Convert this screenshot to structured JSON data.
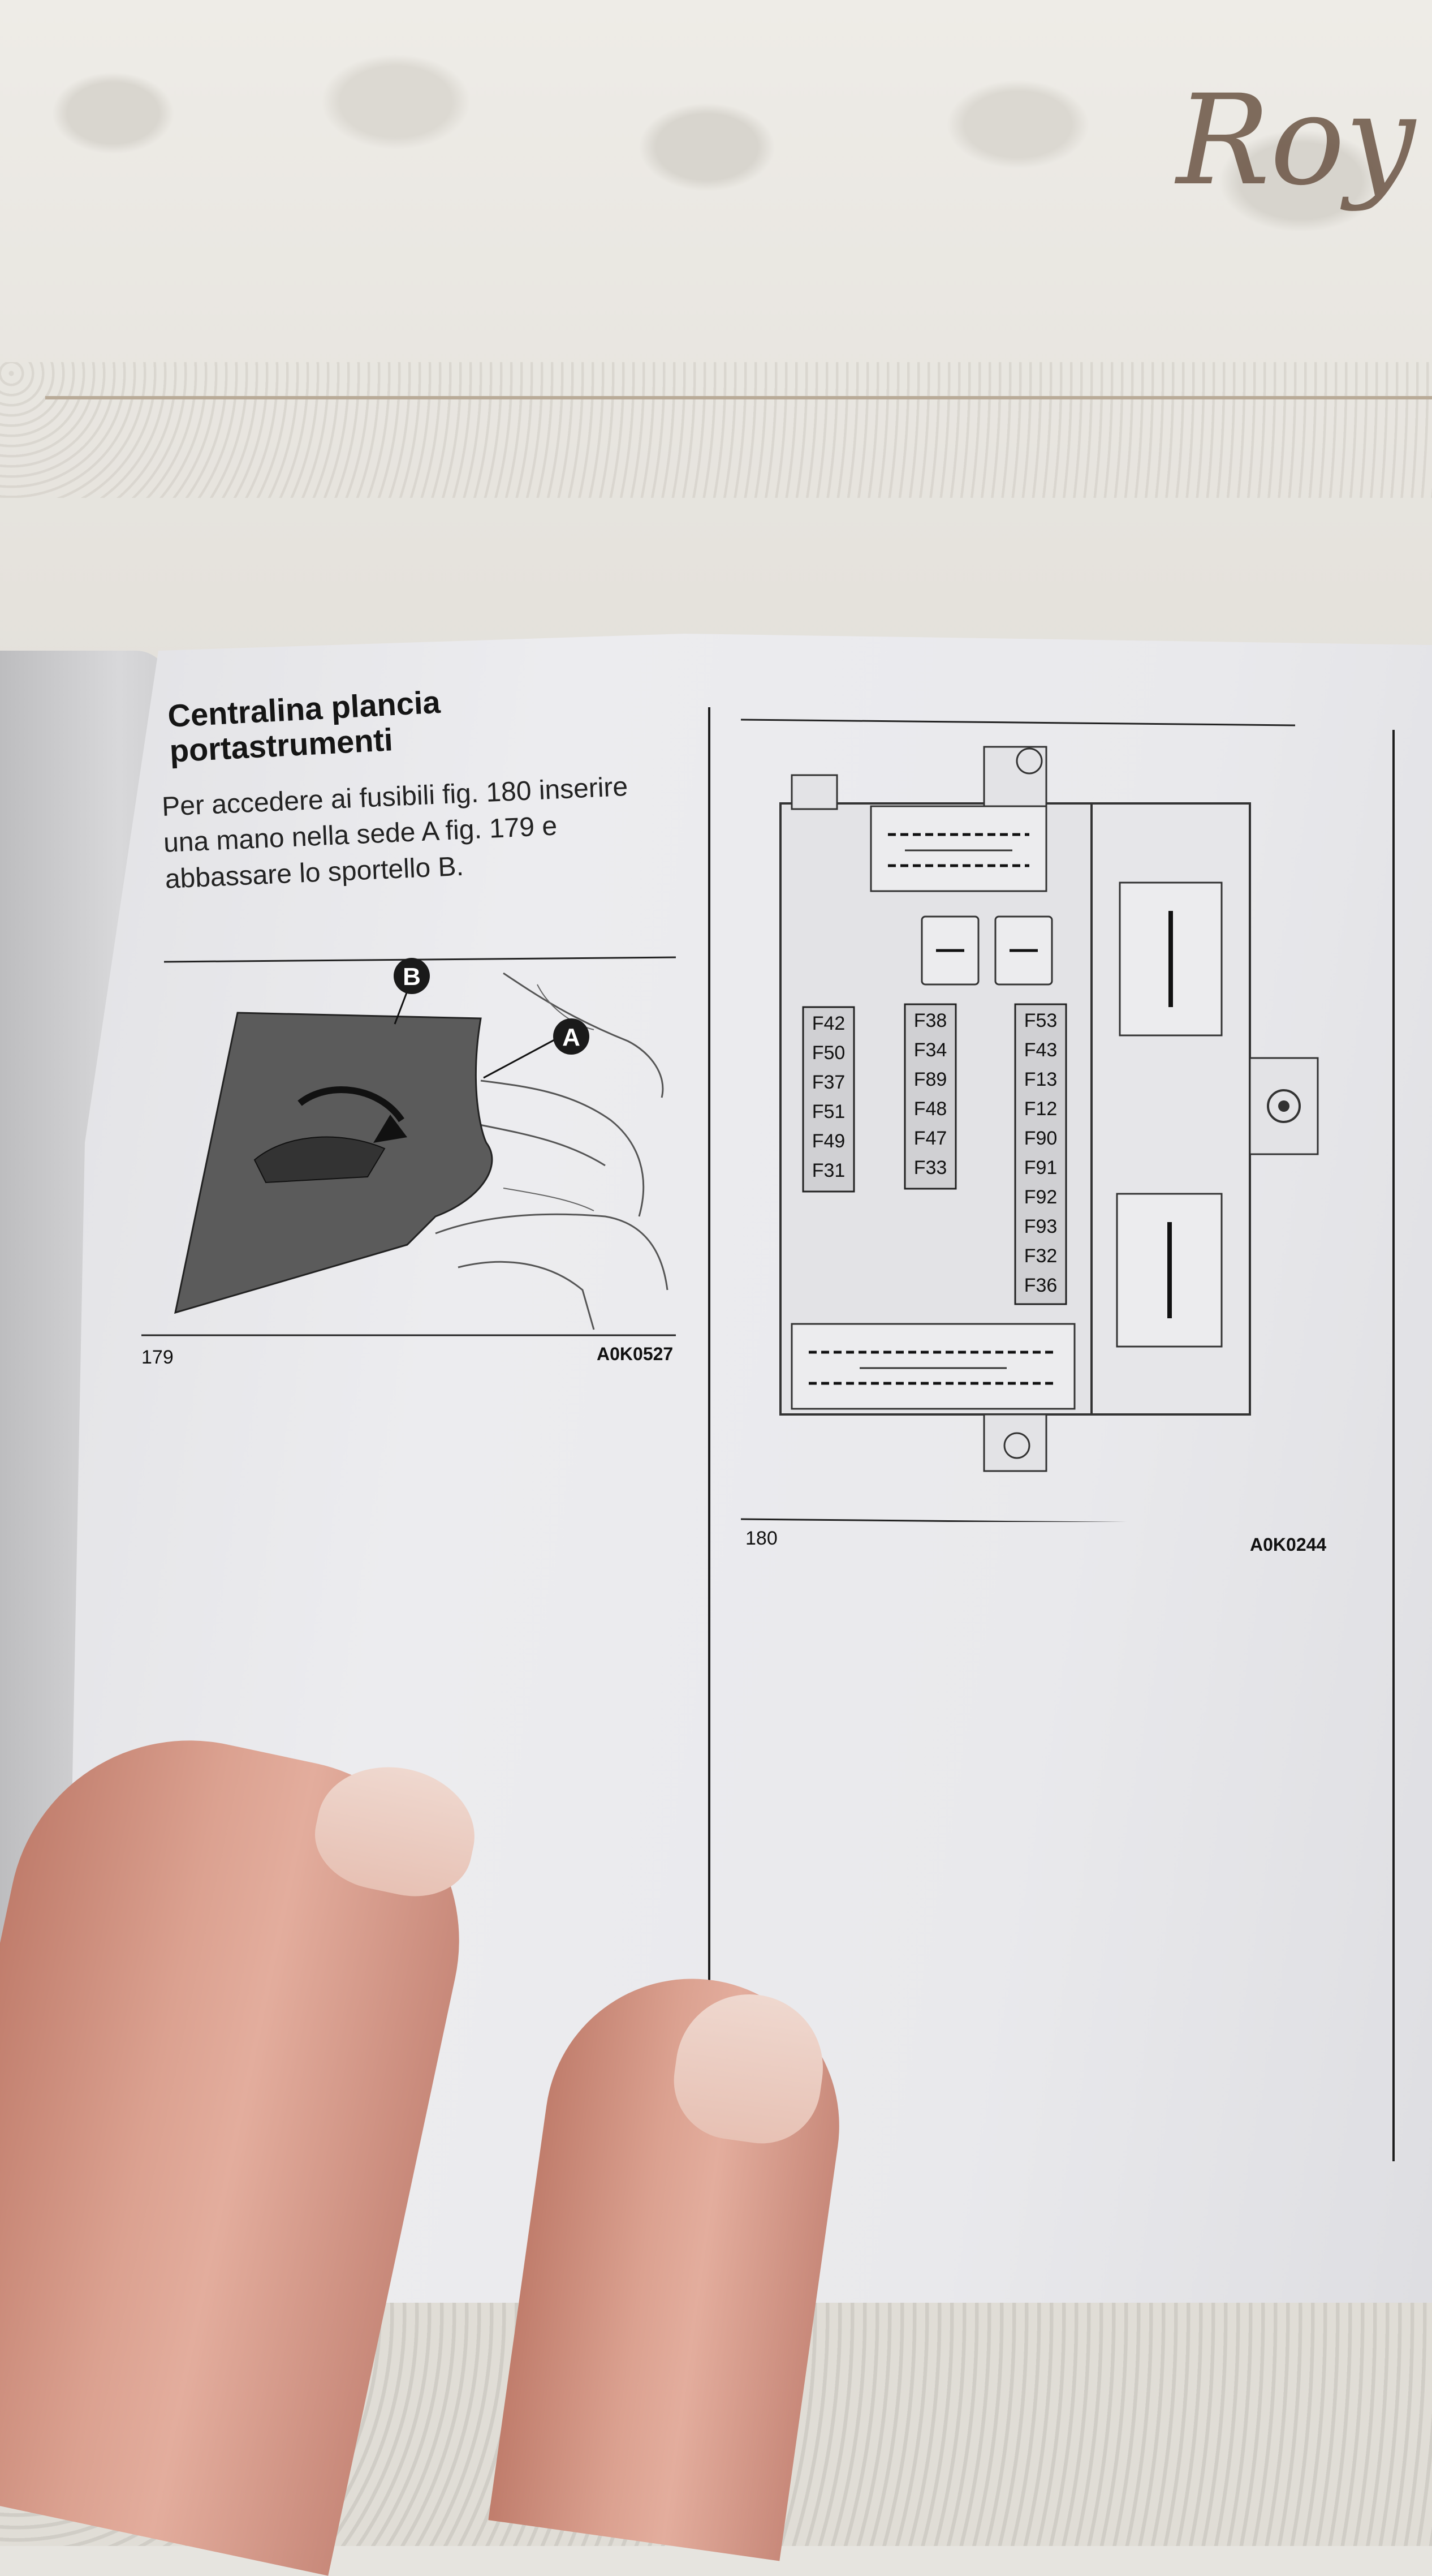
{
  "section": {
    "title_line1": "Centralina plancia",
    "title_line2": "portastrumenti",
    "body_lines": [
      "Per accedere ai fusibili fig. 180 inserire",
      "una mano nella sede A fig. 179 e",
      "abbassare lo sportello B."
    ]
  },
  "figure_179": {
    "number": "179",
    "code": "A0K0527",
    "label_a": "A",
    "label_b": "B"
  },
  "figure_180": {
    "number": "180",
    "code": "A0K0244",
    "fuse_columns": [
      [
        "F42",
        "F50",
        "F37",
        "F51",
        "F49",
        "F31"
      ],
      [
        "F38",
        "F34",
        "F89",
        "F48",
        "F47",
        "F33"
      ],
      [
        "F53",
        "F43",
        "F13",
        "F12",
        "F90",
        "F91",
        "F92",
        "F93",
        "F32",
        "F36"
      ]
    ]
  },
  "background": {
    "brand_text": "Roy"
  },
  "colors": {
    "page": "#ececef",
    "ink": "#151515",
    "panel_gray": "#5a5a5a",
    "fuse_fill": "#e9e9e9"
  }
}
